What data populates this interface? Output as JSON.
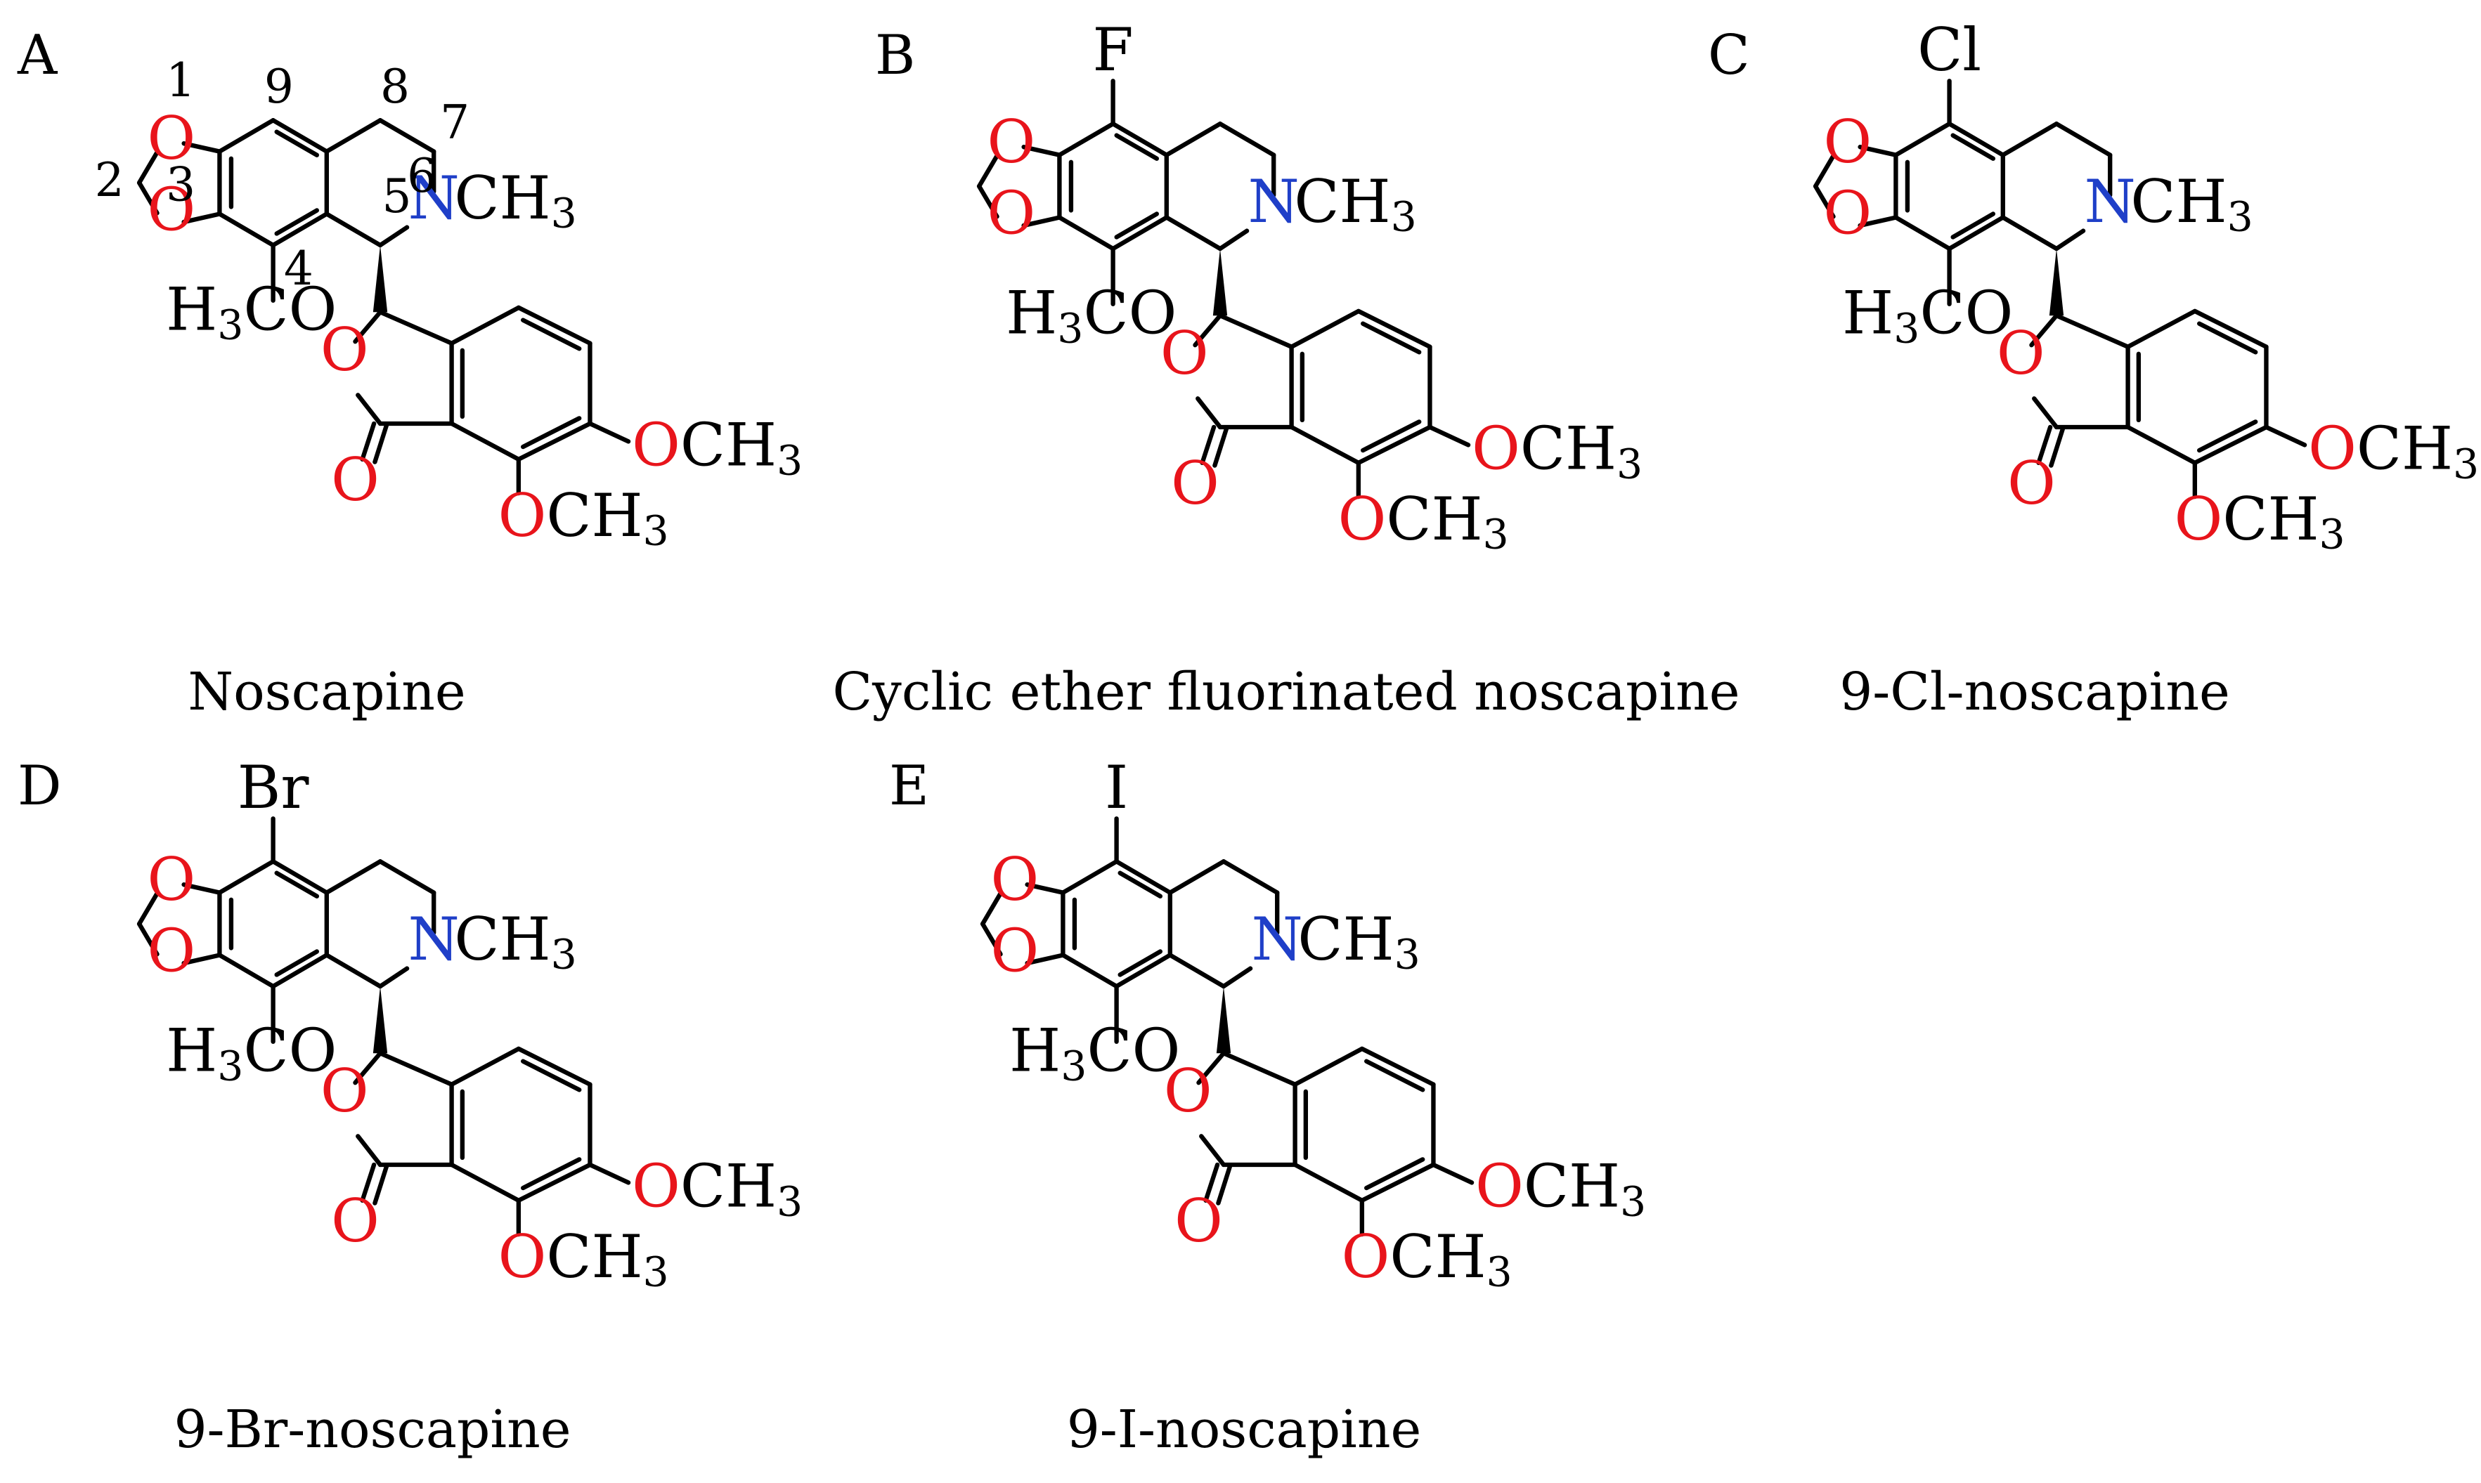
{
  "colors": {
    "bond": "#000000",
    "oxygen": "#e8141b",
    "nitrogen": "#1f3fc8",
    "carbon_text": "#000000",
    "background": "#ffffff"
  },
  "panels": [
    {
      "letter": "A",
      "caption": "Noscapine",
      "substituent": "",
      "show_numbers": true
    },
    {
      "letter": "B",
      "caption": "Cyclic ether fluorinated noscapine",
      "substituent": "F",
      "show_numbers": false
    },
    {
      "letter": "C",
      "caption": "9-Cl-noscapine",
      "substituent": "Cl",
      "show_numbers": false
    },
    {
      "letter": "D",
      "caption": "9-Br-noscapine",
      "substituent": "Br",
      "show_numbers": false
    },
    {
      "letter": "E",
      "caption": "9-I-noscapine",
      "substituent": "I",
      "show_numbers": false
    }
  ],
  "atoms": {
    "o": "O",
    "n": "N",
    "ch3": "CH",
    "h": "H",
    "methoxy_left_c": "CO",
    "three": "3"
  },
  "numbering": [
    "1",
    "2",
    "3",
    "4",
    "5",
    "6",
    "7",
    "8",
    "9"
  ]
}
